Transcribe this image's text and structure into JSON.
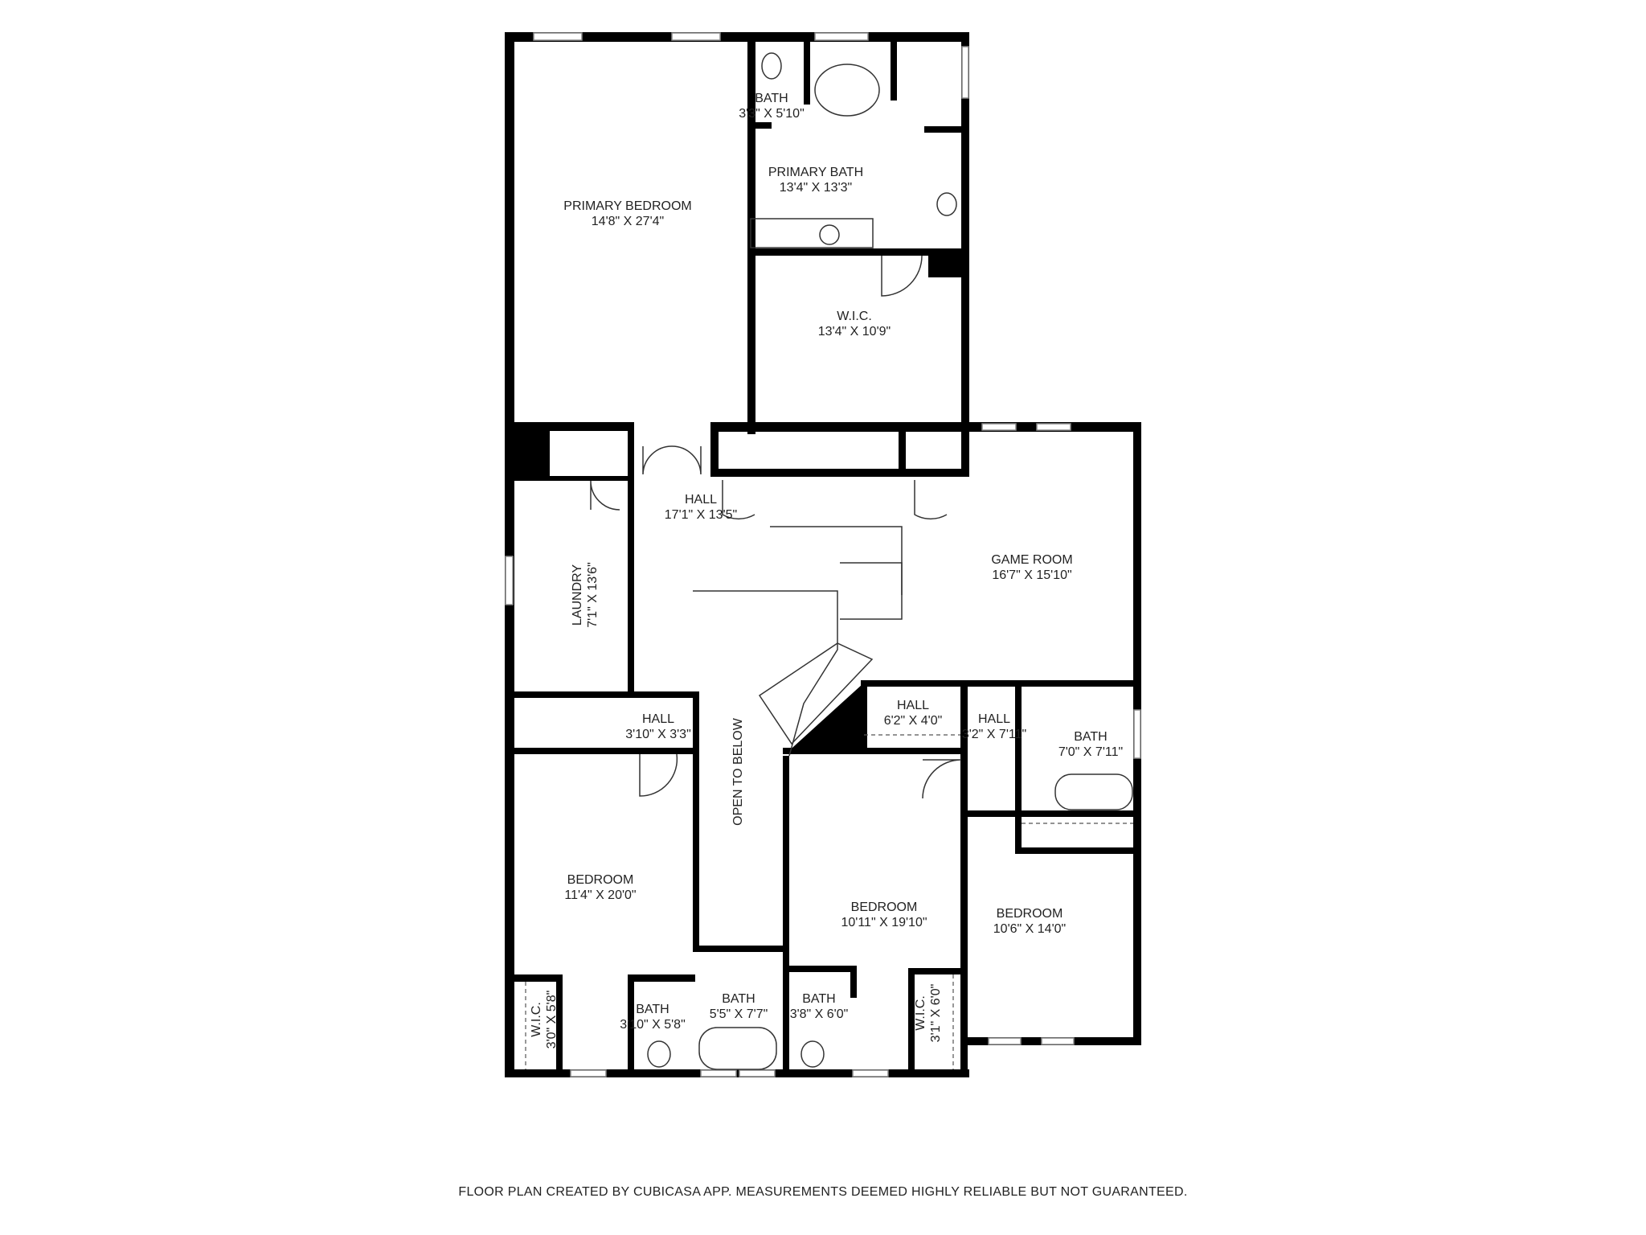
{
  "rooms": {
    "primary_bedroom": {
      "name": "PRIMARY BEDROOM",
      "dims": "14'8\" X 27'4\""
    },
    "primary_wc": {
      "name": "BATH",
      "dims": "3'3\" X 5'10\""
    },
    "primary_bath": {
      "name": "PRIMARY BATH",
      "dims": "13'4\" X 13'3\""
    },
    "primary_wic": {
      "name": "W.I.C.",
      "dims": "13'4\" X 10'9\""
    },
    "hall_main": {
      "name": "HALL",
      "dims": "17'1\" X 13'5\""
    },
    "game_room": {
      "name": "GAME ROOM",
      "dims": "16'7\" X 15'10\""
    },
    "laundry": {
      "name": "LAUNDRY",
      "dims": "7'1\" X 13'6\""
    },
    "hall_small_left": {
      "name": "HALL",
      "dims": "3'10\" X 3'3\""
    },
    "hall_mid": {
      "name": "HALL",
      "dims": "6'2\" X 4'0\""
    },
    "hall_right": {
      "name": "HALL",
      "dims": "3'2\" X 7'11\""
    },
    "bath_right": {
      "name": "BATH",
      "dims": "7'0\" X 7'11\""
    },
    "open_to_below": {
      "name": "OPEN TO BELOW"
    },
    "bedroom_left": {
      "name": "BEDROOM",
      "dims": "11'4\" X 20'0\""
    },
    "bedroom_center": {
      "name": "BEDROOM",
      "dims": "10'11\" X 19'10\""
    },
    "bedroom_right": {
      "name": "BEDROOM",
      "dims": "10'6\" X 14'0\""
    },
    "wic_left": {
      "name": "W.I.C.",
      "dims": "3'0\" X 5'8\""
    },
    "bath_left": {
      "name": "BATH",
      "dims": "3'10\" X 5'8\""
    },
    "bath_center": {
      "name": "BATH",
      "dims": "5'5\" X 7'7\""
    },
    "bath_center_right": {
      "name": "BATH",
      "dims": "3'8\" X 6'0\""
    },
    "wic_center": {
      "name": "W.I.C.",
      "dims": "3'1\" X 6'0\""
    }
  },
  "footer": "FLOOR PLAN CREATED BY CUBICASA APP. MEASUREMENTS DEEMED HIGHLY RELIABLE BUT NOT GUARANTEED.",
  "colors": {
    "wall": "#000000",
    "background": "#ffffff",
    "text": "#222222"
  }
}
